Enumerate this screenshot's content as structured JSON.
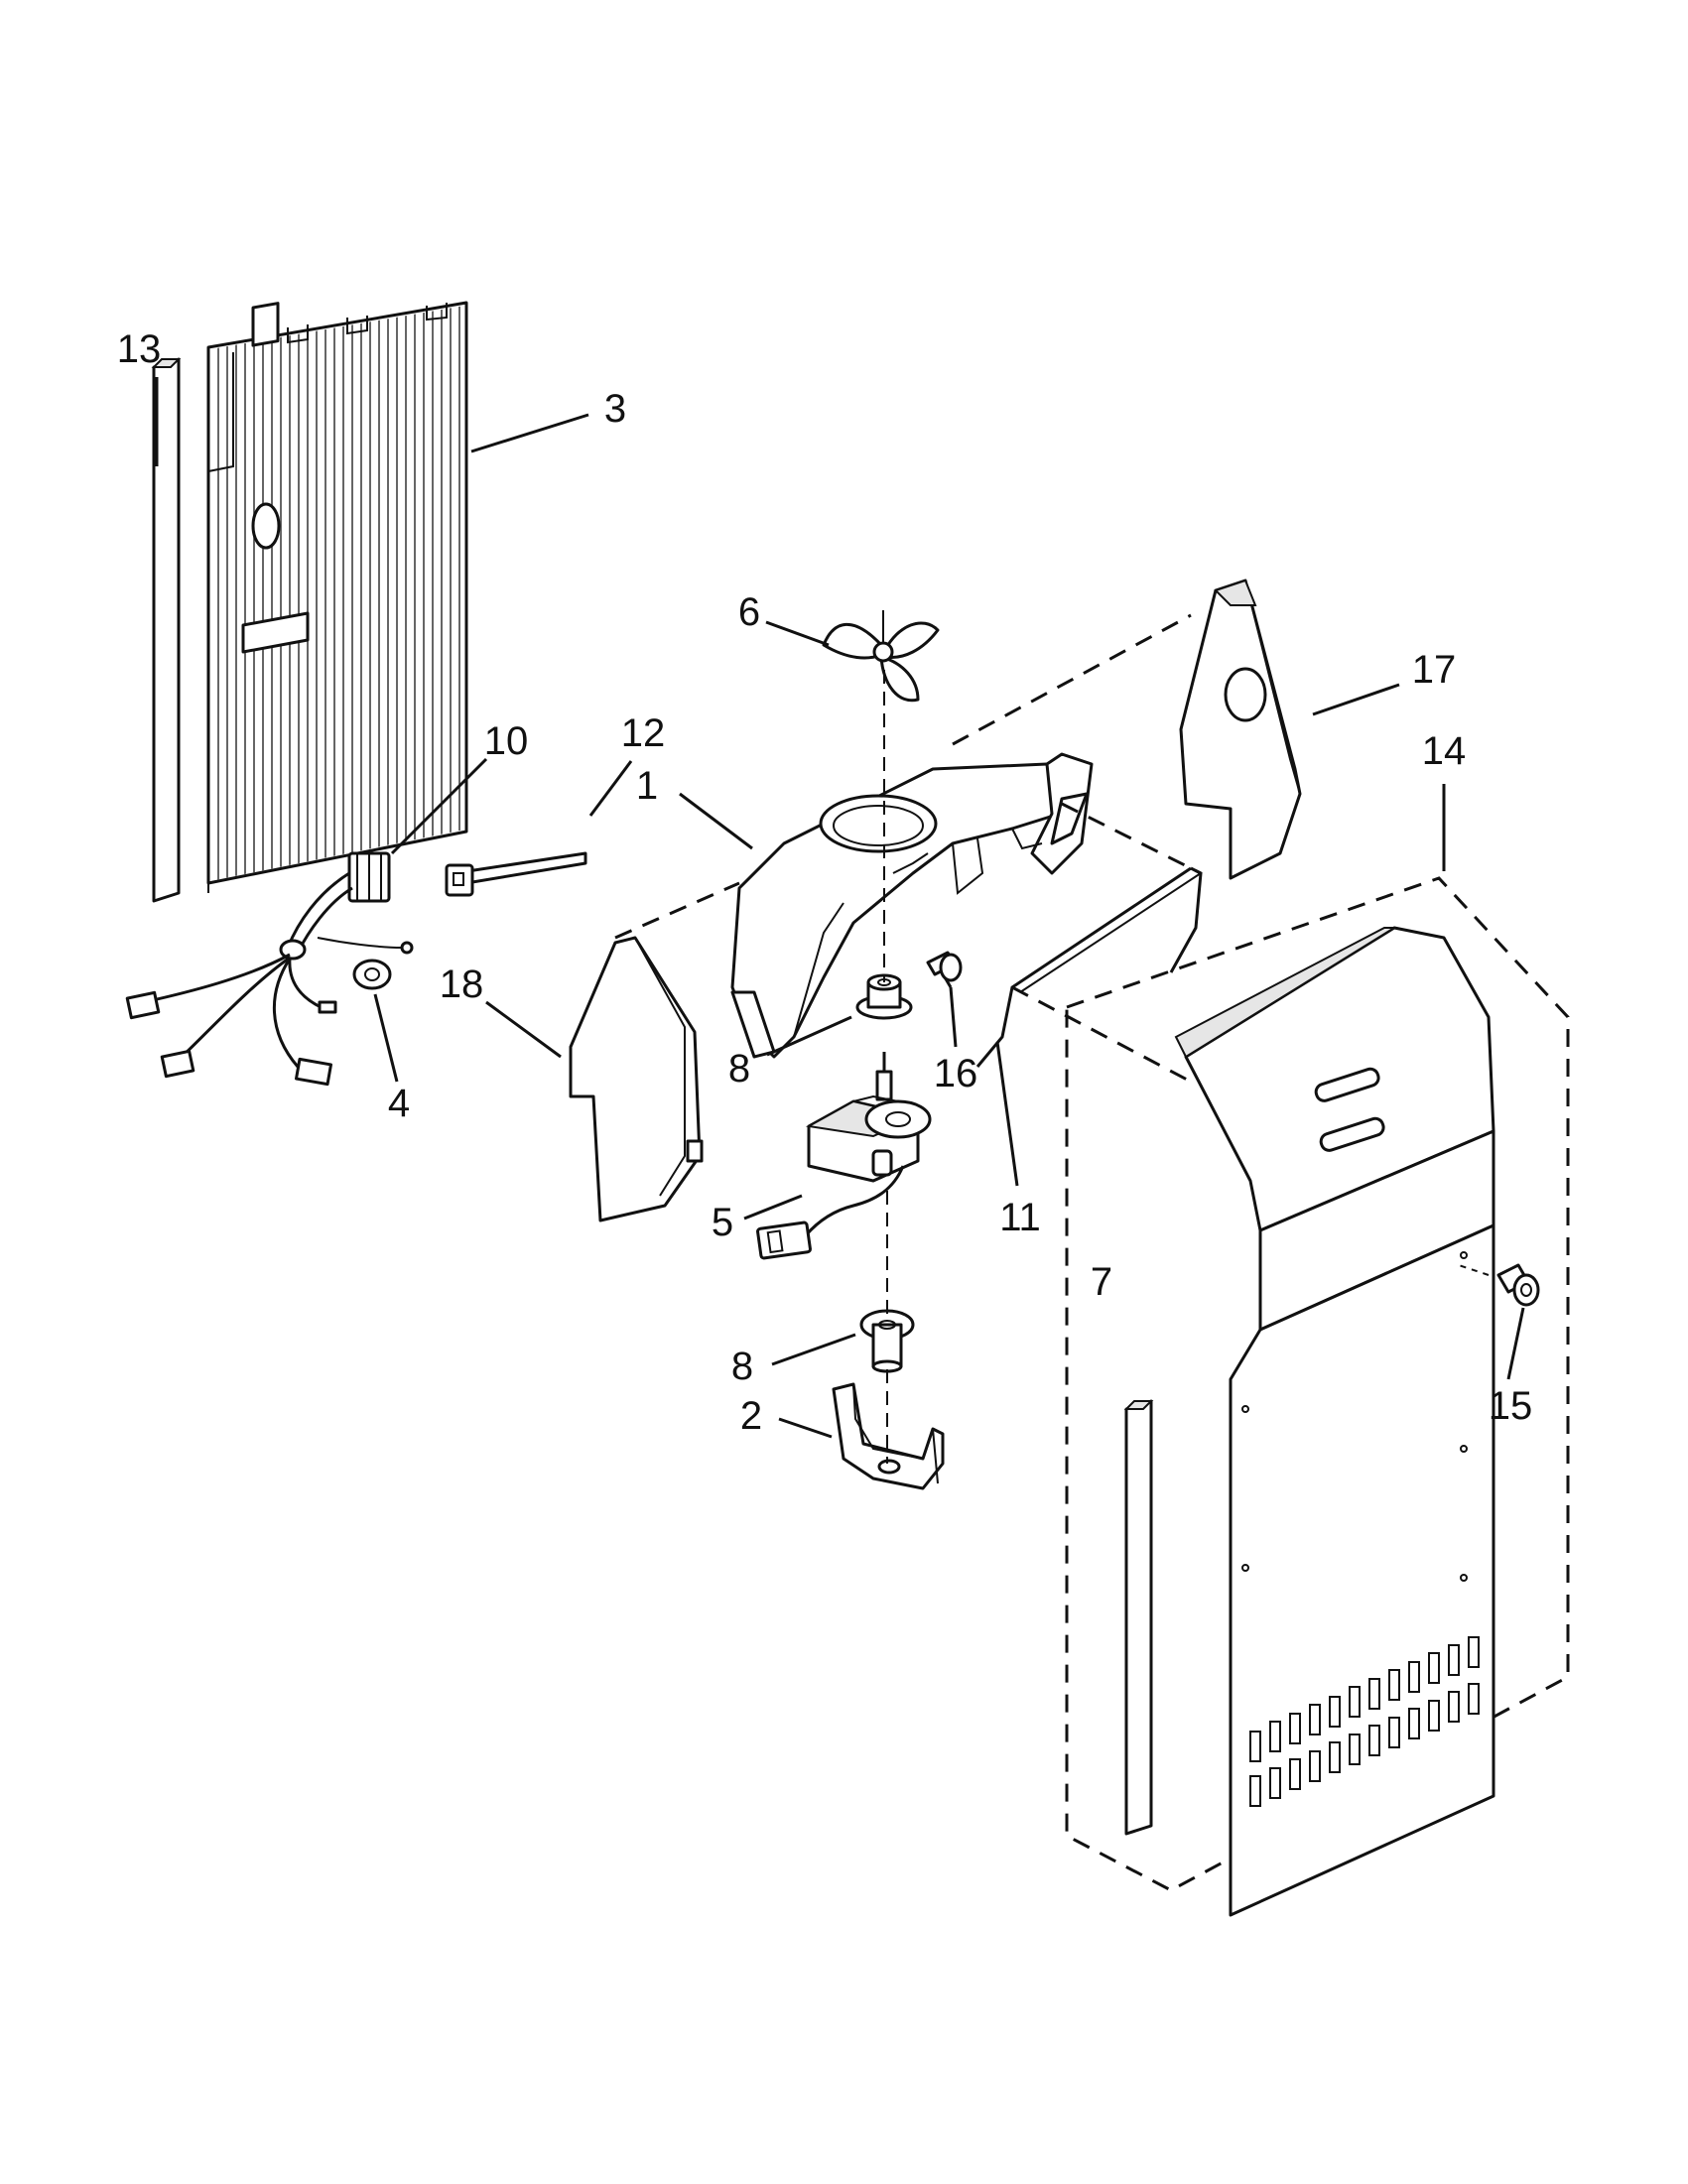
{
  "callouts": {
    "c1": "1",
    "c2": "2",
    "c3": "3",
    "c4": "4",
    "c5": "5",
    "c6": "6",
    "c7": "7",
    "c8a": "8",
    "c8b": "8",
    "c10": "10",
    "c11": "11",
    "c12": "12",
    "c13": "13",
    "c14": "14",
    "c15": "15",
    "c16": "16",
    "c17": "17",
    "c18": "18"
  },
  "colors": {
    "line": "#111111",
    "background": "#ffffff",
    "shade": "#e6e6e6"
  }
}
